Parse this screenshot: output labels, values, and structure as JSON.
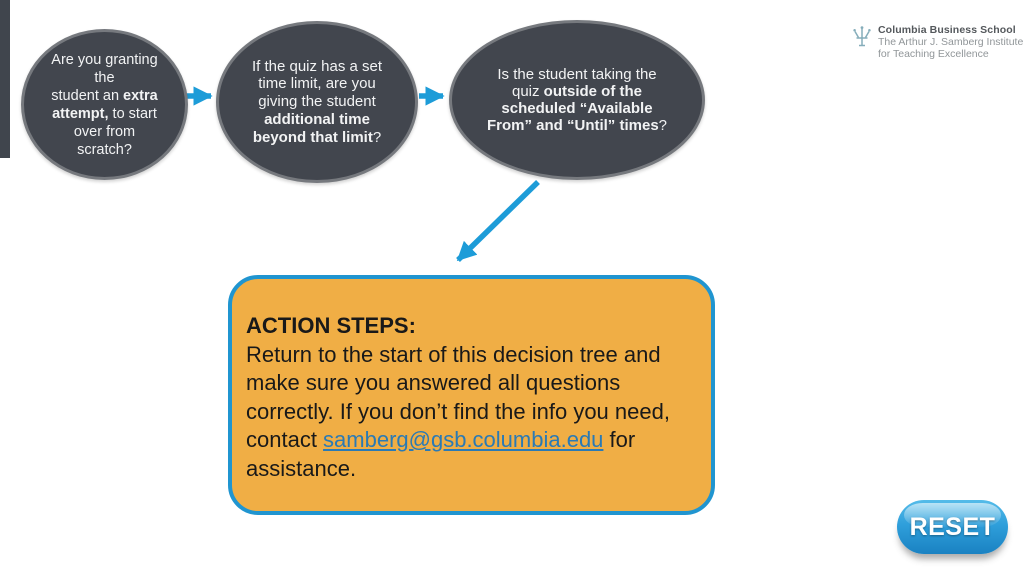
{
  "colors": {
    "node_fill": "#42464e",
    "node_border": "#76797e",
    "arrow_blue": "#1d9cd8",
    "action_box_fill": "#f0ae45",
    "action_box_border": "#2095d0",
    "link_blue": "#2a7ab5",
    "reset_button_blue": "#2f9fdb"
  },
  "decision_nodes": [
    {
      "id": "extra-attempt",
      "lines": [
        [
          {
            "t": "Are you granting"
          }
        ],
        [
          {
            "t": "the"
          }
        ],
        [
          {
            "t": "student an "
          },
          {
            "t": "extra",
            "b": 1
          }
        ],
        [
          {
            "t": "attempt,",
            "b": 1
          },
          {
            "t": " to start"
          }
        ],
        [
          {
            "t": "over from"
          }
        ],
        [
          {
            "t": "scratch?"
          }
        ]
      ]
    },
    {
      "id": "time-limit",
      "lines": [
        [
          {
            "t": "If the quiz has a set"
          }
        ],
        [
          {
            "t": "time limit, are you"
          }
        ],
        [
          {
            "t": "giving the student"
          }
        ],
        [
          {
            "t": "additional time",
            "b": 1
          }
        ],
        [
          {
            "t": "beyond that limit",
            "b": 1
          },
          {
            "t": "?"
          }
        ]
      ]
    },
    {
      "id": "availability-window",
      "lines": [
        [
          {
            "t": "Is the student taking the"
          }
        ],
        [
          {
            "t": "quiz "
          },
          {
            "t": "outside of the",
            "b": 1
          }
        ],
        [
          {
            "t": "scheduled “Available",
            "b": 1
          }
        ],
        [
          {
            "t": "From” and “Until” times",
            "b": 1
          },
          {
            "t": "?"
          }
        ]
      ]
    }
  ],
  "action_box": {
    "lines": [
      [
        {
          "t": "ACTION STEPS:",
          "b": 1
        }
      ],
      [
        {
          "t": "Return to the start of this decision tree and"
        }
      ],
      [
        {
          "t": "make sure you answered all questions"
        }
      ],
      [
        {
          "t": "correctly. If you don’t find the info you need,"
        }
      ],
      [
        {
          "t": "contact "
        },
        {
          "t": "samberg@gsb.columbia.edu",
          "link": 1
        },
        {
          "t": " for"
        }
      ],
      [
        {
          "t": "assistance."
        }
      ]
    ]
  },
  "branding": {
    "name": "Columbia Business School",
    "sub1": "The Arthur J. Samberg Institute",
    "sub2": "for Teaching Excellence"
  },
  "reset_button": {
    "label": "RESET"
  }
}
